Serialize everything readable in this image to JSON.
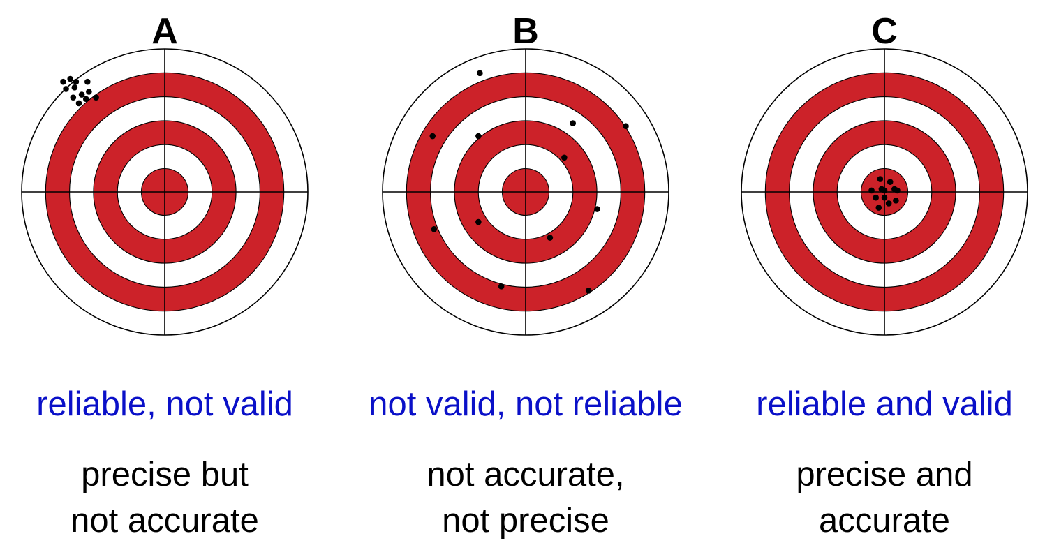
{
  "colors": {
    "ring_red": "#cc2229",
    "ring_white": "#ffffff",
    "outline": "#000000",
    "caption_blue": "#0a10c8",
    "caption_black": "#000000",
    "shot": "#000000"
  },
  "panels": [
    {
      "letter": "A",
      "validity_label": "reliable, not valid",
      "accuracy_label_line1": "precise but",
      "accuracy_label_line2": "not accurate",
      "shots": [
        [
          -0.71,
          -0.77
        ],
        [
          -0.66,
          -0.79
        ],
        [
          -0.62,
          -0.77
        ],
        [
          -0.54,
          -0.77
        ],
        [
          -0.69,
          -0.72
        ],
        [
          -0.63,
          -0.73
        ],
        [
          -0.53,
          -0.7
        ],
        [
          -0.64,
          -0.66
        ],
        [
          -0.58,
          -0.68
        ],
        [
          -0.55,
          -0.65
        ],
        [
          -0.48,
          -0.66
        ],
        [
          -0.6,
          -0.62
        ]
      ]
    },
    {
      "letter": "B",
      "validity_label": "not valid, not reliable",
      "accuracy_label_line1": "not accurate,",
      "accuracy_label_line2": "not precise",
      "shots": [
        [
          -0.32,
          -0.83
        ],
        [
          -0.65,
          -0.39
        ],
        [
          -0.33,
          -0.39
        ],
        [
          0.33,
          -0.48
        ],
        [
          0.7,
          -0.46
        ],
        [
          0.27,
          -0.24
        ],
        [
          0.5,
          0.12
        ],
        [
          -0.64,
          0.26
        ],
        [
          -0.33,
          0.21
        ],
        [
          0.17,
          0.32
        ],
        [
          -0.17,
          0.66
        ],
        [
          0.44,
          0.69
        ]
      ]
    },
    {
      "letter": "C",
      "validity_label": "reliable and valid",
      "accuracy_label_line1": "precise and",
      "accuracy_label_line2": "accurate",
      "shots": [
        [
          -0.03,
          -0.09
        ],
        [
          0.04,
          -0.07
        ],
        [
          -0.02,
          -0.02
        ],
        [
          0.0,
          -0.01
        ],
        [
          0.07,
          -0.02
        ],
        [
          -0.09,
          -0.01
        ],
        [
          0.09,
          -0.01
        ],
        [
          -0.06,
          0.04
        ],
        [
          0.0,
          0.04
        ],
        [
          0.08,
          0.06
        ],
        [
          0.03,
          0.08
        ],
        [
          -0.04,
          0.11
        ]
      ]
    }
  ]
}
